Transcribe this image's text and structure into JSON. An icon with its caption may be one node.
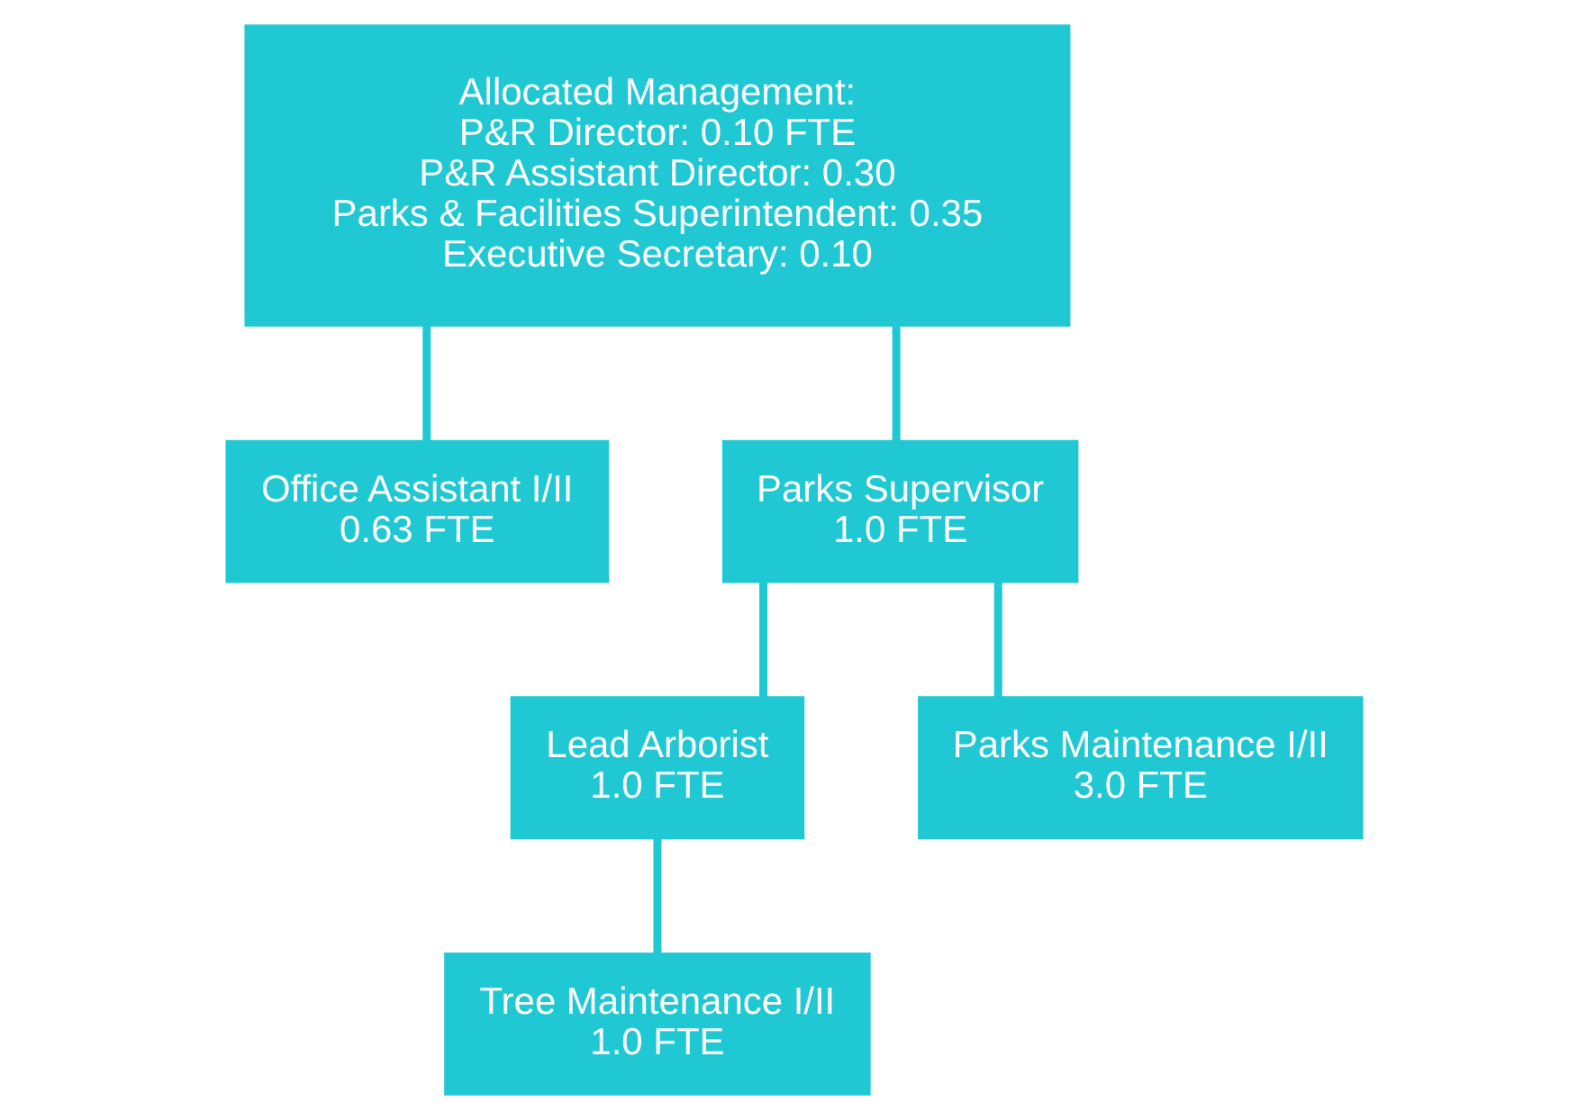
{
  "diagram": {
    "nodes": [
      {
        "text": [
          "Allocated Management:",
          "P&R Director: 0.10 FTE",
          "P&R Assistant Director: 0.30",
          "Parks & Facilities Superintendent: 0.35",
          "Executive Secretary: 0.10"
        ]
      },
      {
        "text": [
          "Office Assistant I/II",
          "0.63 FTE"
        ]
      },
      {
        "text": [
          "Parks Supervisor",
          "1.0 FTE"
        ]
      },
      {
        "text": [
          "Lead Arborist",
          "1.0 FTE"
        ]
      },
      {
        "text": [
          "Parks Maintenance I/II",
          "3.0 FTE"
        ]
      },
      {
        "text": [
          "Tree Maintenance I/II",
          "1.0 FTE"
        ]
      }
    ],
    "edges": [
      {
        "from": 0,
        "to": 1,
        "arrow": "none"
      },
      {
        "from": 0,
        "to": 2,
        "arrow": "none"
      },
      {
        "from": 2,
        "to": 3,
        "arrow": "none"
      },
      {
        "from": 2,
        "to": 4,
        "arrow": "none"
      },
      {
        "from": 3,
        "to": 5,
        "arrow": "none"
      }
    ]
  }
}
